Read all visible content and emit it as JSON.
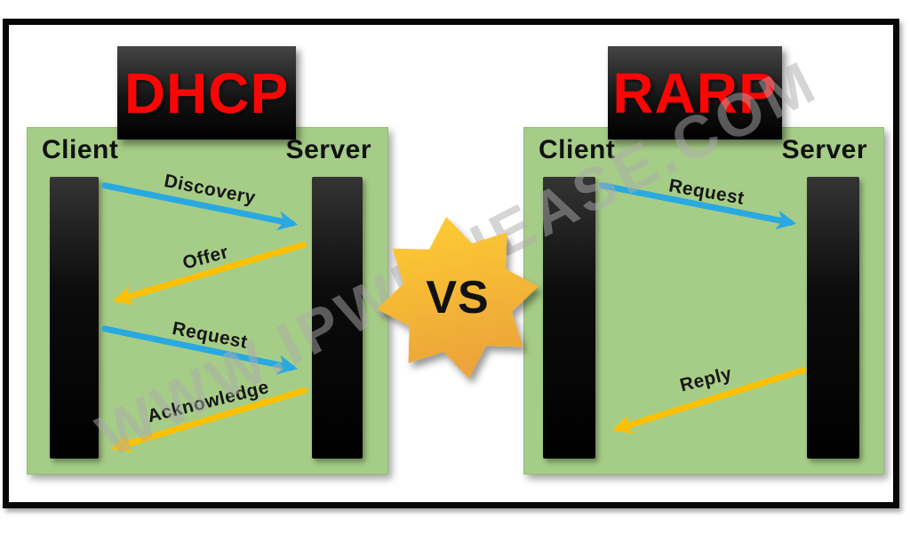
{
  "watermark": {
    "text": "WWW.IPWITHEASE.COM"
  },
  "vs_badge": {
    "label": "VS"
  },
  "colors": {
    "panel-green": "#a6cd87",
    "arrow-blue": "#2aa9e1",
    "arrow-yellow": "#ffc001",
    "title-red": "#fb0505",
    "star-top": "#ffce32",
    "star-bottom": "#eca43a",
    "watermark-gray": "rgba(172,172,172,0.5)"
  },
  "panels": [
    {
      "title": "DHCP",
      "left_actor": "Client",
      "right_actor": "Server",
      "messages": [
        {
          "label": "Discovery",
          "direction": "client-to-server",
          "color": "blue"
        },
        {
          "label": "Offer",
          "direction": "server-to-client",
          "color": "yellow"
        },
        {
          "label": "Request",
          "direction": "client-to-server",
          "color": "blue"
        },
        {
          "label": "Acknowledge",
          "direction": "server-to-client",
          "color": "yellow"
        }
      ]
    },
    {
      "title": "RARP",
      "left_actor": "Client",
      "right_actor": "Server",
      "messages": [
        {
          "label": "Request",
          "direction": "client-to-server",
          "color": "blue"
        },
        {
          "label": "Reply",
          "direction": "server-to-client",
          "color": "yellow"
        }
      ]
    }
  ]
}
